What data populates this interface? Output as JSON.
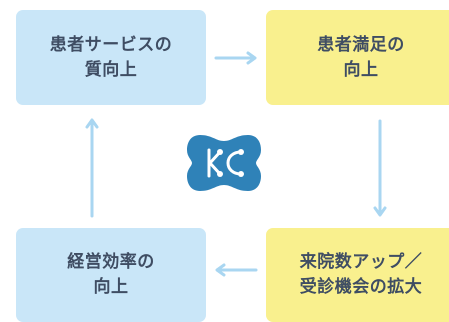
{
  "colors": {
    "blue_box": "#c9e6f8",
    "yellow_box": "#f9f08e",
    "text": "#3f4d63",
    "arrow": "#a9d6f1",
    "logo": "#2f82b8"
  },
  "logo": {
    "icon": "kc-logo-icon"
  },
  "cycle": {
    "top_left": {
      "line1": "患者サービスの",
      "line2": "質向上"
    },
    "top_right": {
      "line1": "患者満足の",
      "line2": "向上"
    },
    "bottom_right": {
      "line1": "来院数アップ／",
      "line2": "受診機会の拡大"
    },
    "bottom_left": {
      "line1": "経営効率の",
      "line2": "向上"
    }
  },
  "arrows": [
    {
      "from": "top_left",
      "to": "top_right",
      "direction": "right"
    },
    {
      "from": "top_right",
      "to": "bottom_right",
      "direction": "down"
    },
    {
      "from": "bottom_right",
      "to": "bottom_left",
      "direction": "left"
    },
    {
      "from": "bottom_left",
      "to": "top_left",
      "direction": "up"
    }
  ]
}
